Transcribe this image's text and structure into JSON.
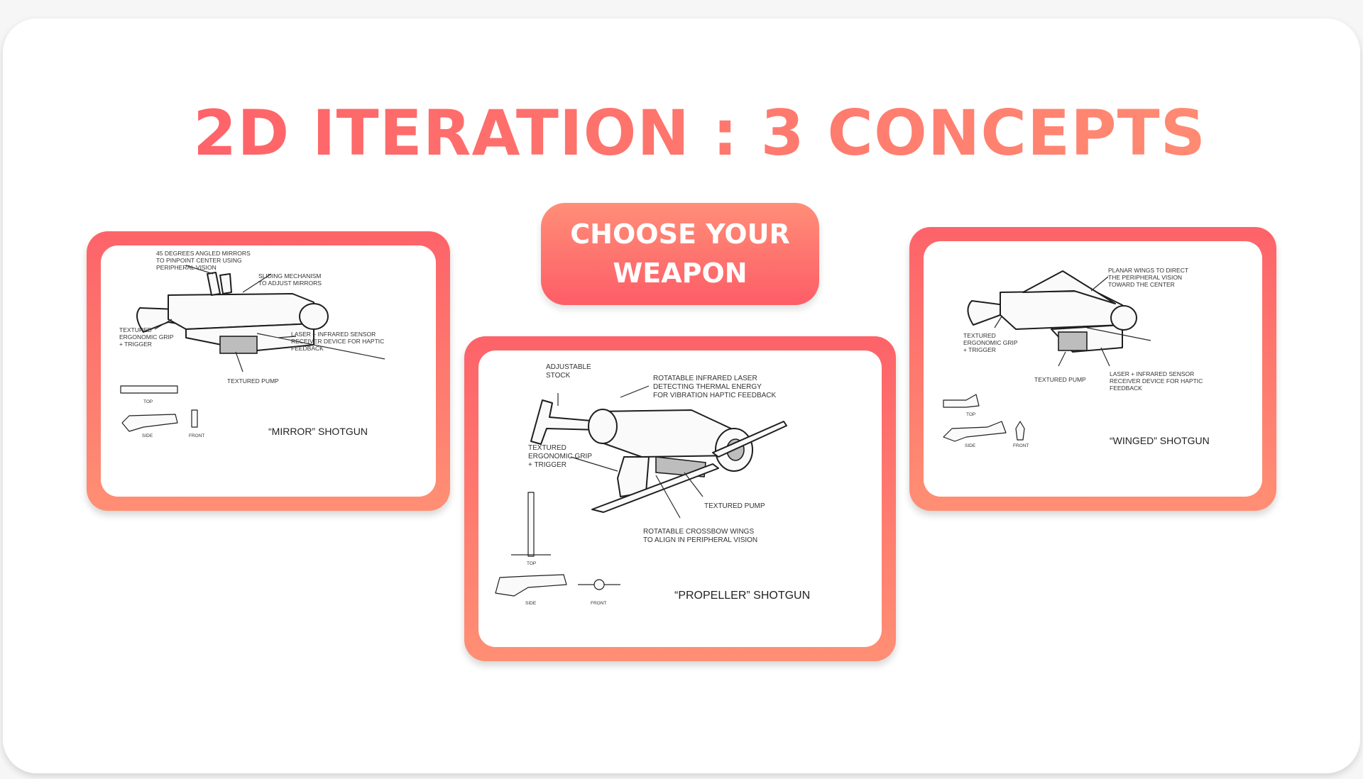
{
  "title": "2D ITERATION : 3 CONCEPTS",
  "cta": {
    "label": "CHOOSE YOUR\nWEAPON"
  },
  "colors": {
    "accent_start": "#fe6369",
    "accent_end": "#ff8f74",
    "text_on_accent": "#ffffff"
  },
  "concepts": [
    {
      "caption": "“MIRROR” SHOTGUN",
      "annotations": {
        "mirrors": [
          "45 DEGREES ANGLED MIRRORS",
          "TO PINPOINT CENTER USING",
          "PERIPHERAL VISION"
        ],
        "sliding": [
          "SLIDING MECHANISM",
          "TO ADJUST MIRRORS"
        ],
        "grip": [
          "TEXTURED",
          "ERGONOMIC GRIP",
          "+ TRIGGER"
        ],
        "laser": [
          "LASER + INFRARED SENSOR",
          "RECEIVER DEVICE FOR HAPTIC",
          "FEEDBACK"
        ],
        "pump": [
          "TEXTURED PUMP"
        ]
      },
      "views": {
        "top": "TOP",
        "side": "SIDE",
        "front": "FRONT"
      }
    },
    {
      "caption": "“PROPELLER” SHOTGUN",
      "annotations": {
        "stock": [
          "ADJUSTABLE",
          "STOCK"
        ],
        "laser": [
          "ROTATABLE INFRARED LASER",
          "DETECTING THERMAL ENERGY",
          "FOR VIBRATION HAPTIC FEEDBACK"
        ],
        "grip": [
          "TEXTURED",
          "ERGONOMIC GRIP",
          "+ TRIGGER"
        ],
        "pump": [
          "TEXTURED PUMP"
        ],
        "wings": [
          "ROTATABLE CROSSBOW WINGS",
          "TO ALIGN IN PERIPHERAL VISION"
        ]
      },
      "views": {
        "top": "TOP",
        "side": "SIDE",
        "front": "FRONT"
      }
    },
    {
      "caption": "“WINGED” SHOTGUN",
      "annotations": {
        "wings": [
          "PLANAR WINGS TO DIRECT",
          "THE PERIPHERAL VISION",
          "TOWARD THE CENTER"
        ],
        "grip": [
          "TEXTURED",
          "ERGONOMIC GRIP",
          "+ TRIGGER"
        ],
        "pump": [
          "TEXTURED PUMP"
        ],
        "laser": [
          "LASER + INFRARED SENSOR",
          "RECEIVER DEVICE FOR HAPTIC",
          "FEEDBACK"
        ]
      },
      "views": {
        "top": "TOP",
        "side": "SIDE",
        "front": "FRONT"
      }
    }
  ]
}
